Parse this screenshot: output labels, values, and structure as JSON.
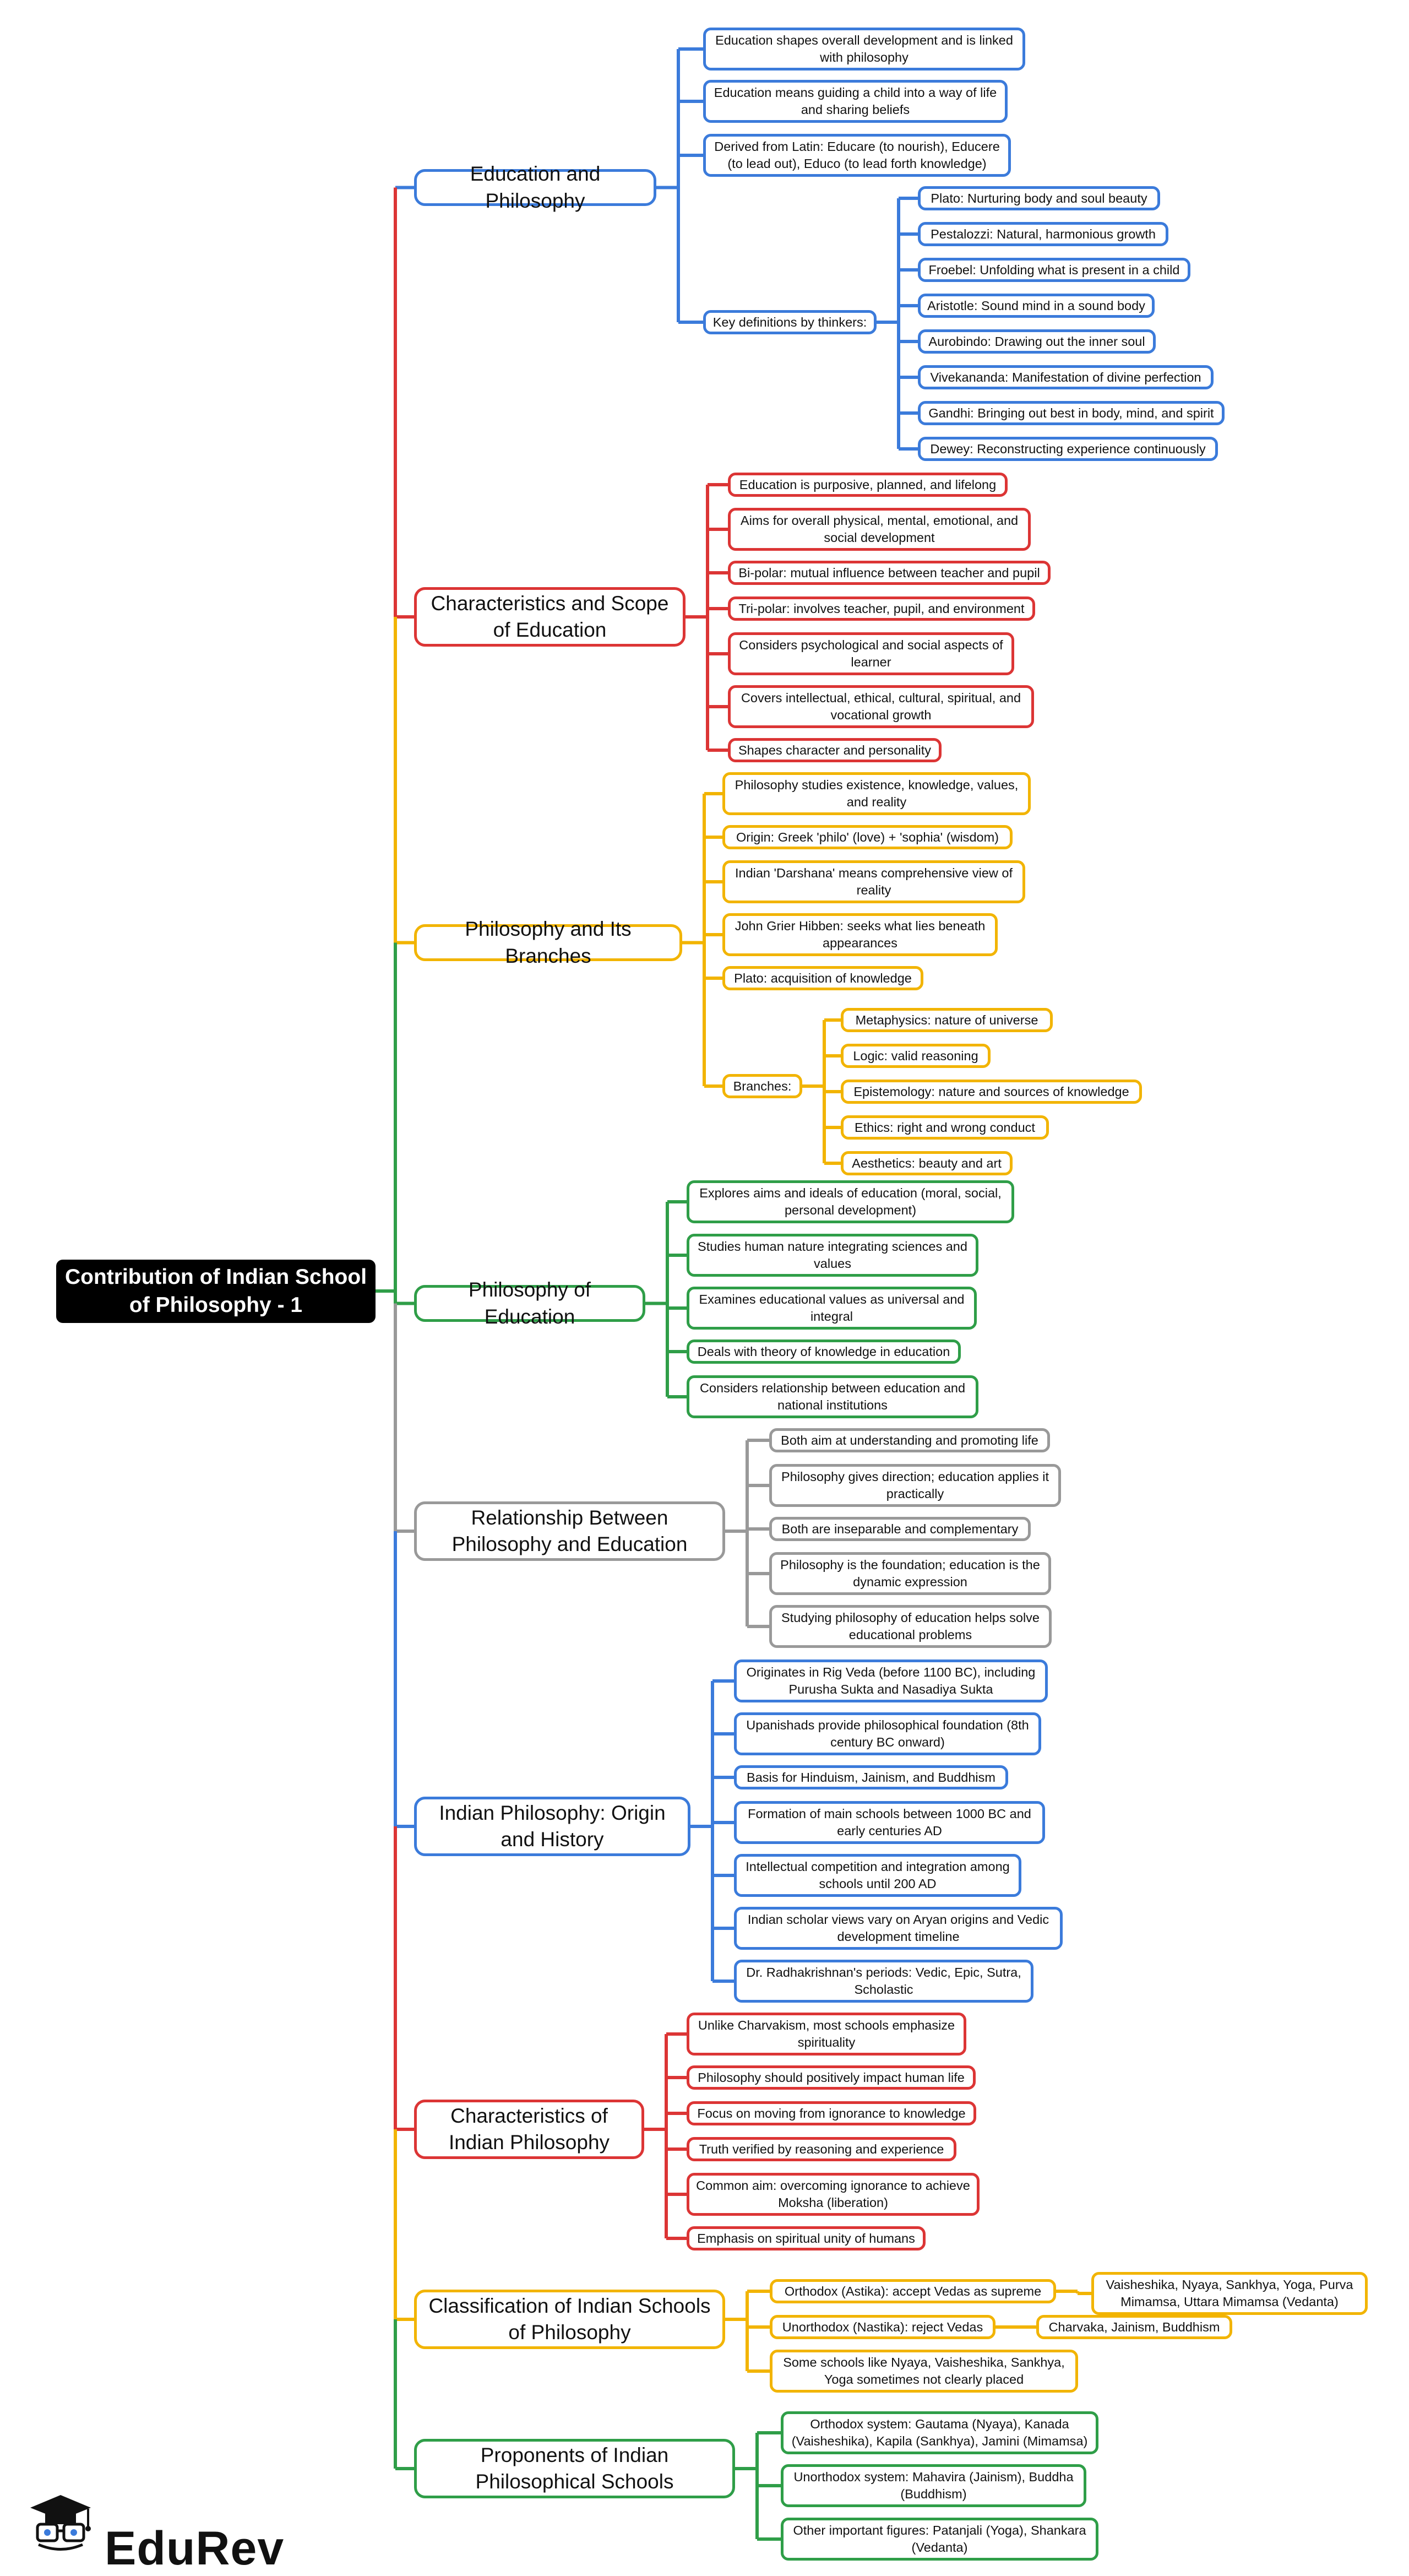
{
  "title": "Contribution of Indian School of Philosophy - 1",
  "brand": "EduRev",
  "colors": {
    "blue": "#3b7bdb",
    "red": "#dc3535",
    "yellow": "#f2b400",
    "green": "#2f9e48",
    "gray": "#999999"
  },
  "sections": [
    {
      "label": "Education and Philosophy",
      "color": "blue",
      "items": [
        {
          "text": "Education shapes overall development and is linked with philosophy"
        },
        {
          "text": "Education means guiding a child into a way of life and sharing beliefs"
        },
        {
          "text": "Derived from Latin: Educare (to nourish), Educere (to lead out), Educo (to lead forth knowledge)"
        },
        {
          "text": "Key definitions by thinkers:",
          "children": [
            "Plato: Nurturing body and soul beauty",
            "Pestalozzi: Natural, harmonious growth",
            "Froebel: Unfolding what is present in a child",
            "Aristotle: Sound mind in a sound body",
            "Aurobindo: Drawing out the inner soul",
            "Vivekananda: Manifestation of divine perfection",
            "Gandhi: Bringing out best in body, mind, and spirit",
            "Dewey: Reconstructing experience continuously"
          ]
        }
      ]
    },
    {
      "label": "Characteristics and Scope of Education",
      "color": "red",
      "items": [
        {
          "text": "Education is purposive, planned, and lifelong"
        },
        {
          "text": "Aims for overall physical, mental, emotional, and social development"
        },
        {
          "text": "Bi-polar: mutual influence between teacher and pupil"
        },
        {
          "text": "Tri-polar: involves teacher, pupil, and environment"
        },
        {
          "text": "Considers psychological and social aspects of learner"
        },
        {
          "text": "Covers intellectual, ethical, cultural, spiritual, and vocational growth"
        },
        {
          "text": "Shapes character and personality"
        }
      ]
    },
    {
      "label": "Philosophy and Its Branches",
      "color": "yellow",
      "items": [
        {
          "text": "Philosophy studies existence, knowledge, values, and reality"
        },
        {
          "text": "Origin: Greek 'philo' (love) + 'sophia' (wisdom)"
        },
        {
          "text": "Indian 'Darshana' means comprehensive view of reality"
        },
        {
          "text": "John Grier Hibben: seeks what lies beneath appearances"
        },
        {
          "text": "Plato: acquisition of knowledge"
        },
        {
          "text": "Branches:",
          "children": [
            "Metaphysics: nature of universe",
            "Logic: valid reasoning",
            "Epistemology: nature and sources of knowledge",
            "Ethics: right and wrong conduct",
            "Aesthetics: beauty and art"
          ]
        }
      ]
    },
    {
      "label": "Philosophy of Education",
      "color": "green",
      "items": [
        {
          "text": "Explores aims and ideals of education (moral, social, personal development)"
        },
        {
          "text": "Studies human nature integrating sciences and values"
        },
        {
          "text": "Examines educational values as universal and integral"
        },
        {
          "text": "Deals with theory of knowledge in education"
        },
        {
          "text": "Considers relationship between education and national institutions"
        }
      ]
    },
    {
      "label": "Relationship Between Philosophy and Education",
      "color": "gray",
      "items": [
        {
          "text": "Both aim at understanding and promoting life"
        },
        {
          "text": "Philosophy gives direction; education applies it practically"
        },
        {
          "text": "Both are inseparable and complementary"
        },
        {
          "text": "Philosophy is the foundation; education is the dynamic expression"
        },
        {
          "text": "Studying philosophy of education helps solve educational problems"
        }
      ]
    },
    {
      "label": "Indian Philosophy: Origin and History",
      "color": "blue",
      "items": [
        {
          "text": "Originates in Rig Veda (before 1100 BC), including Purusha Sukta and Nasadiya Sukta"
        },
        {
          "text": "Upanishads provide philosophical foundation (8th century BC onward)"
        },
        {
          "text": "Basis for Hinduism, Jainism, and Buddhism"
        },
        {
          "text": "Formation of main schools between 1000 BC and early centuries AD"
        },
        {
          "text": "Intellectual competition and integration among schools until 200 AD"
        },
        {
          "text": "Indian scholar views vary on Aryan origins and Vedic development timeline"
        },
        {
          "text": "Dr. Radhakrishnan's periods: Vedic, Epic, Sutra, Scholastic"
        }
      ]
    },
    {
      "label": "Characteristics of Indian Philosophy",
      "color": "red",
      "items": [
        {
          "text": "Unlike Charvakism, most schools emphasize spirituality"
        },
        {
          "text": "Philosophy should positively impact human life"
        },
        {
          "text": "Focus on moving from ignorance to knowledge"
        },
        {
          "text": "Truth verified by reasoning and experience"
        },
        {
          "text": "Common aim: overcoming ignorance to achieve Moksha (liberation)"
        },
        {
          "text": "Emphasis on spiritual unity of humans"
        }
      ]
    },
    {
      "label": "Classification of Indian Schools of Philosophy",
      "color": "yellow",
      "items": [
        {
          "text": "Orthodox (Astika): accept Vedas as supreme",
          "children": [
            "Vaisheshika, Nyaya, Sankhya, Yoga, Purva Mimamsa, Uttara Mimamsa (Vedanta)"
          ]
        },
        {
          "text": "Unorthodox (Nastika): reject Vedas",
          "children": [
            "Charvaka, Jainism, Buddhism"
          ]
        },
        {
          "text": "Some schools like Nyaya, Vaisheshika, Sankhya, Yoga sometimes not clearly placed"
        }
      ]
    },
    {
      "label": "Proponents of Indian Philosophical Schools",
      "color": "green",
      "items": [
        {
          "text": "Orthodox system: Gautama (Nyaya), Kanada (Vaisheshika), Kapila (Sankhya), Jamini (Mimamsa)"
        },
        {
          "text": "Unorthodox system: Mahavira (Jainism), Buddha (Buddhism)"
        },
        {
          "text": "Other important figures: Patanjali (Yoga), Shankara (Vedanta)"
        }
      ]
    }
  ]
}
